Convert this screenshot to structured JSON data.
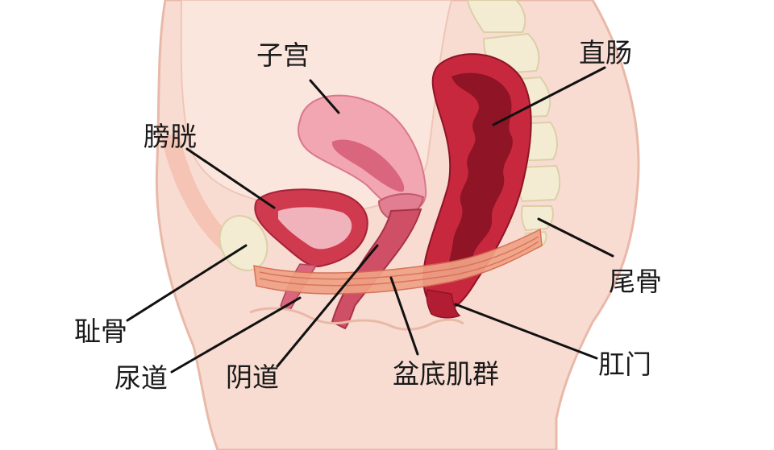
{
  "diagram": {
    "labels": {
      "uterus": "子宫",
      "rectum": "直肠",
      "bladder": "膀胱",
      "coccyx": "尾骨",
      "pubic_bone": "耻骨",
      "urethra": "尿道",
      "vagina": "阴道",
      "pelvic_floor_muscles": "盆底肌群",
      "anus": "肛门"
    },
    "colors": {
      "skin": "#f8dcd2",
      "skin_outline": "#e9b9a8",
      "abdomen_bg": "#fbe6de",
      "bone": "#f3ecd2",
      "bone_outline": "#dccfa8",
      "uterus": "#f2a6b2",
      "uterus_outline": "#d9788a",
      "rectum": "#c7283e",
      "rectum_dark": "#8e1426",
      "bladder": "#cf3a4e",
      "muscle": "#f0a286",
      "muscle_line": "#d46a50",
      "line": "#111111"
    }
  }
}
